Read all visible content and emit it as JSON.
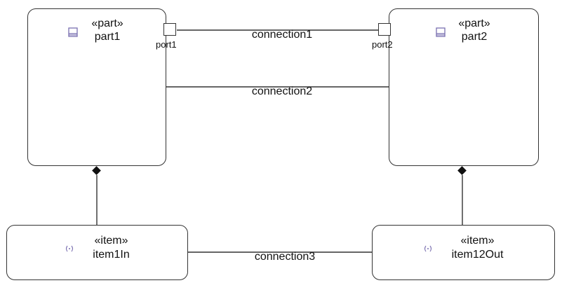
{
  "parts": [
    {
      "stereotype": "«part»",
      "name": "part1",
      "icon": "part-icon"
    },
    {
      "stereotype": "«part»",
      "name": "part2",
      "icon": "part-icon"
    }
  ],
  "items": [
    {
      "stereotype": "«item»",
      "name": "item1In",
      "icon": "item-icon"
    },
    {
      "stereotype": "«item»",
      "name": "item12Out",
      "icon": "item-icon"
    }
  ],
  "ports": [
    {
      "name": "port1"
    },
    {
      "name": "port2"
    }
  ],
  "connections": [
    {
      "label": "connection1"
    },
    {
      "label": "connection2"
    },
    {
      "label": "connection3"
    }
  ],
  "colors": {
    "line": "#333333",
    "icon": "#7a6fb0"
  }
}
